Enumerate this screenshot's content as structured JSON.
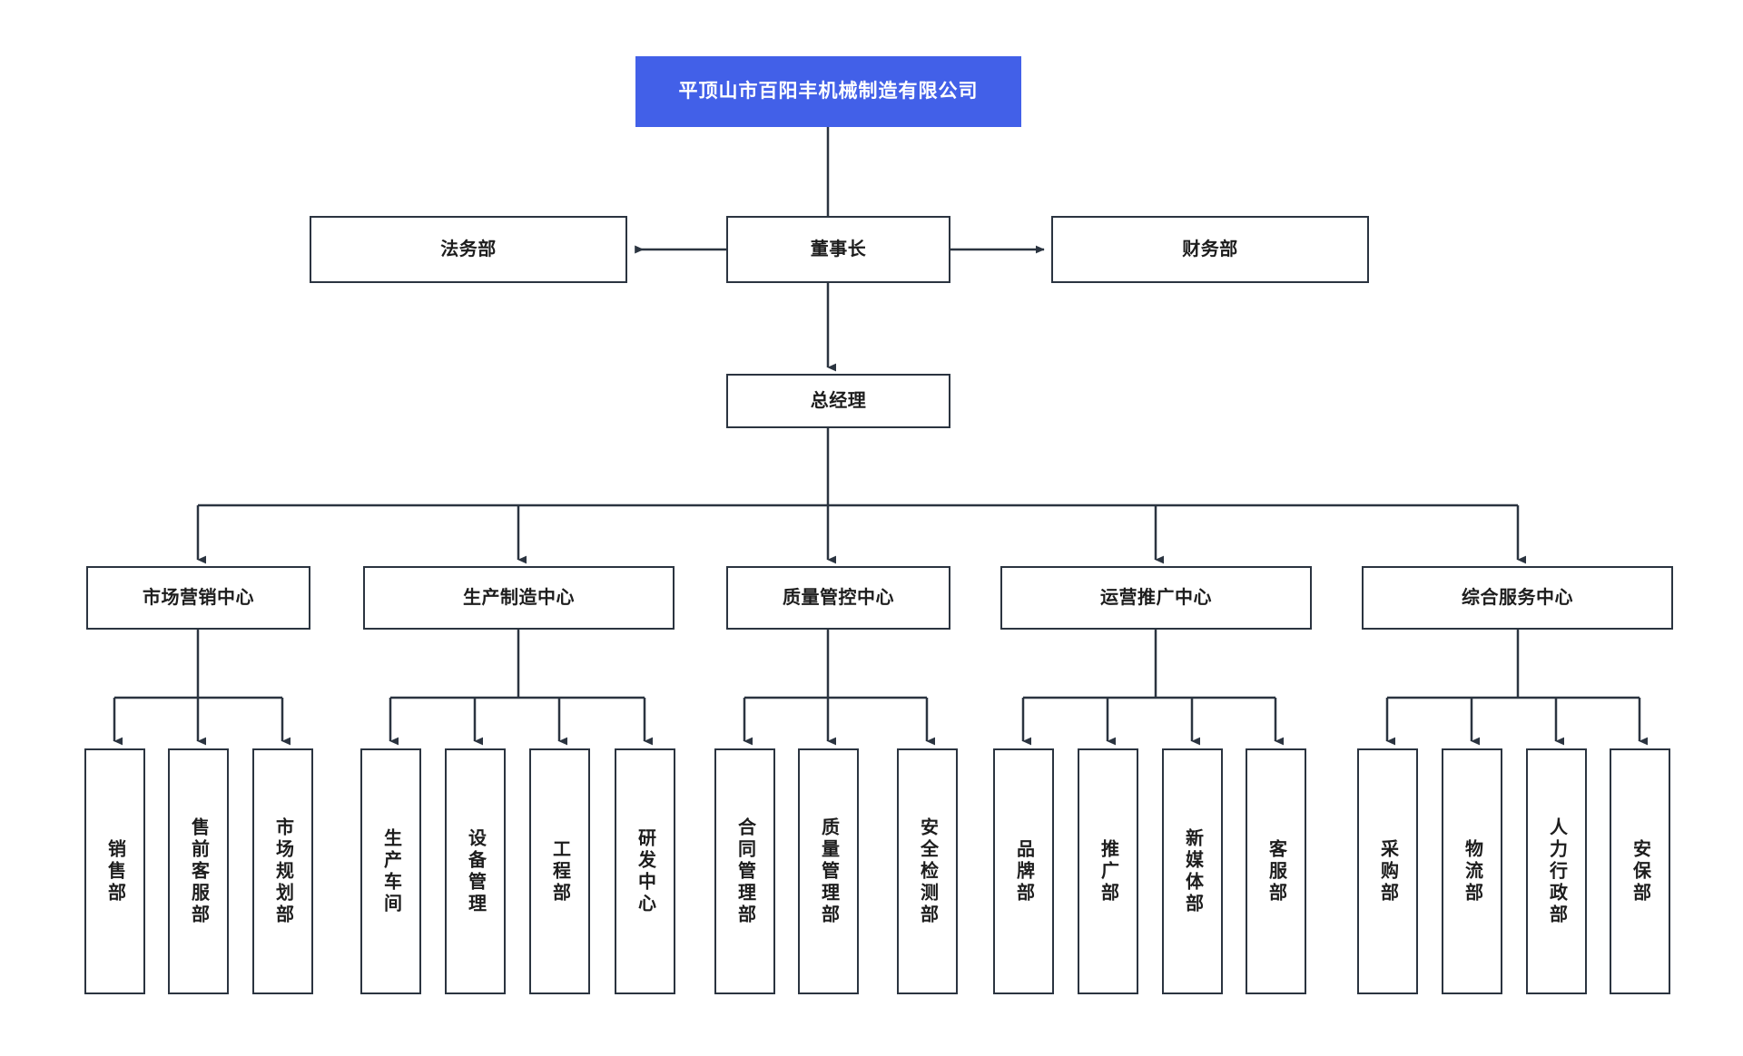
{
  "colors": {
    "root_fill": "#4260e8",
    "root_text": "#ffffff",
    "box_border": "#2b3440",
    "box_fill": "#ffffff",
    "text": "#1d1d1d",
    "connector": "#2b3440",
    "page_background": "#ffffff"
  },
  "root": {
    "label": "平顶山市百阳丰机械制造有限公司"
  },
  "executives": {
    "chairman": {
      "label": "董事长"
    },
    "legal": {
      "label": "法务部"
    },
    "finance": {
      "label": "财务部"
    },
    "general_manager": {
      "label": "总经理"
    }
  },
  "centers": [
    {
      "id": "marketing",
      "label": "市场营销中心",
      "departments": [
        {
          "label": "销售部"
        },
        {
          "label": "售前客服部"
        },
        {
          "label": "市场规划部"
        }
      ]
    },
    {
      "id": "production",
      "label": "生产制造中心",
      "departments": [
        {
          "label": "生产车间"
        },
        {
          "label": "设备管理"
        },
        {
          "label": "工程部"
        },
        {
          "label": "研发中心"
        }
      ]
    },
    {
      "id": "quality",
      "label": "质量管控中心",
      "departments": [
        {
          "label": "合同管理部"
        },
        {
          "label": "质量管理部"
        },
        {
          "label": "安全检测部"
        }
      ]
    },
    {
      "id": "operations",
      "label": "运营推广中心",
      "departments": [
        {
          "label": "品牌部"
        },
        {
          "label": "推广部"
        },
        {
          "label": "新媒体部"
        },
        {
          "label": "客服部"
        }
      ]
    },
    {
      "id": "services",
      "label": "综合服务中心",
      "departments": [
        {
          "label": "采购部"
        },
        {
          "label": "物流部"
        },
        {
          "label": "人力行政部"
        },
        {
          "label": "安保部"
        }
      ]
    }
  ]
}
